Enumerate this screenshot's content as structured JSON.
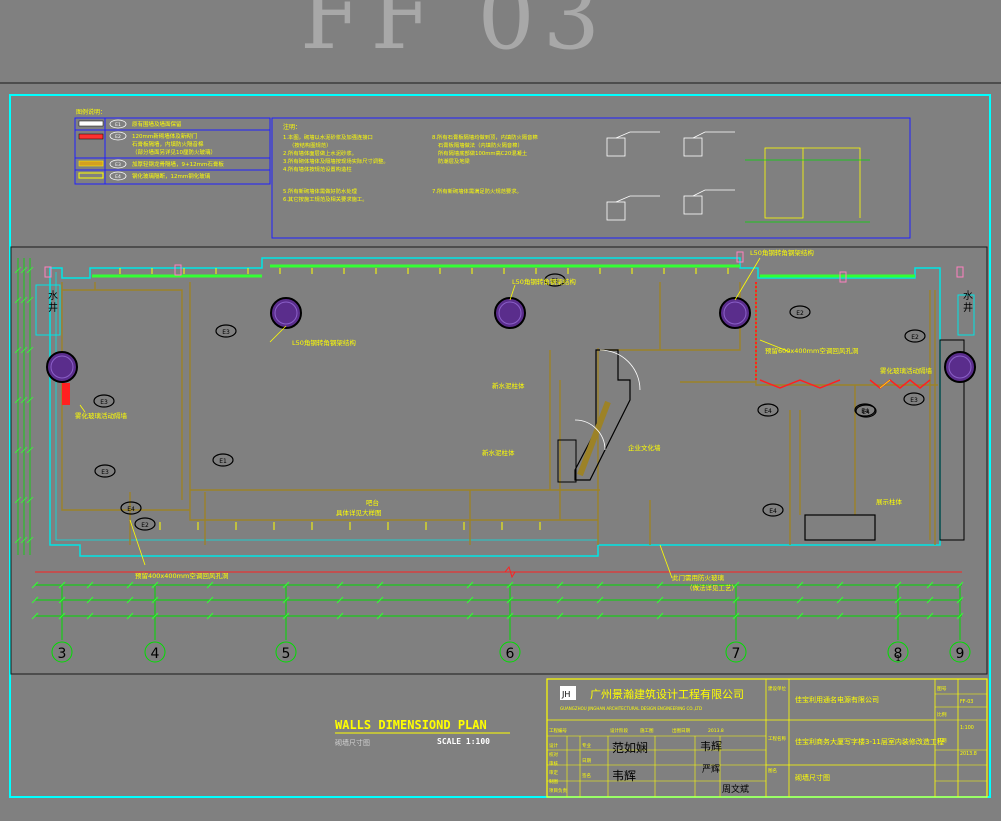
{
  "sheet": {
    "big_title": "FF 03",
    "plan_title": "WALLS DIMENSIOND PLAN",
    "plan_subtitle": "砌墙尺寸图",
    "scale": "SCALE 1:100"
  },
  "legend": {
    "heading": "图例说明：",
    "items": [
      {
        "mark": "",
        "text": "原有围墙及墙面保留"
      },
      {
        "mark": "",
        "text": "120mm新砌墙体及新砌门"
      },
      {
        "mark": "",
        "text": "石膏板隔墙，内填防火隔音棉"
      },
      {
        "mark": "",
        "text": "（部分墙面另详见10厘防火玻璃）"
      },
      {
        "mark": "",
        "text": "加厚轻钢龙骨隔墙，9+12mm石膏板"
      },
      {
        "mark": "",
        "text": "钢化玻璃隔断，12mm钢化玻璃"
      }
    ]
  },
  "notes": {
    "heading": "注明：",
    "left": [
      "1.本图，砌墙以水泥砂浆及加强连接口",
      "（按结构图规范）",
      "2.所有墙体面层做上水泥砂浆。",
      "3.所有砌体墙体及隔墙按现场实际尺寸调整。",
      "4.所有墙体按规范设置构造柱",
      "5.所有新砌墙体需做好防水处理",
      "6.其它按施工规范及相关要求施工。"
    ],
    "right": [
      "8.所有石膏板隔墙均做到顶，内填防火隔音棉",
      "石膏板隔墙做法（内填防火隔音棉）",
      "所有隔墙底部做100mm高C20混凝土",
      "防潮层及地梁",
      "7.所有新砌墙体需满足防火规范要求。"
    ]
  },
  "axis_labels": [
    "3",
    "4",
    "5",
    "6",
    "7",
    "8",
    "9"
  ],
  "axis_sub_label": "1",
  "room_labels": {
    "shaft_left": "水井",
    "shaft_right": "水井",
    "l50_top": "L50角钢转角钢架结构",
    "l50_center": "L50角钢转角钢架结构",
    "l50_left": "L50角钢转角钢架结构",
    "glass_left": "雾化玻璃活动隔墙",
    "glass_right": "雾化玻璃活动隔墙",
    "hole_right": "预留600x400mm空调回风孔洞",
    "hole_bottom": "预留400x400mm空调回风孔洞",
    "column_a": "新水泥柱体",
    "column_b": "新水泥柱体",
    "column_c": "展示柱体",
    "culture_wall": "企业文化墙",
    "bar": "吧台",
    "bar_detail": "具体详见大样图",
    "door_top": "此门需用防火玻璃",
    "door_sub": "（做法详见工艺）"
  },
  "wall_tags": [
    "E3",
    "E3",
    "E3",
    "E2",
    "E1",
    "E2",
    "E2",
    "E4",
    "E4",
    "E3",
    "E4",
    "E4",
    "E3",
    "E4"
  ],
  "title_block": {
    "company": "广州景瀚建筑设计工程有限公司",
    "company_en": "GUANGZHOU JINGHAN ARCHITECTURAL DESIGN ENGINEERING CO.,LTD",
    "client": "佳宝利用通名电源有限公司",
    "project": "佳宝利商务大厦写字楼3-11层室内装修改造工程",
    "drawing": "砌墙尺寸图",
    "row1": [
      "工程编号",
      "",
      "设计阶段",
      "施工图",
      "出图日期",
      "2013.8"
    ],
    "labels": [
      "设计",
      "校对",
      "审核",
      "审定",
      "制图",
      "项目负责"
    ],
    "right_col": [
      "图号",
      "FF-03",
      "比例",
      "1:100",
      "日期",
      "2013.8"
    ],
    "signatures": [
      "范如娴",
      "韦辉",
      "韦辉",
      "严辉",
      "周文斌"
    ]
  },
  "colors": {
    "background": "#808080",
    "frame": "#00ffff",
    "wall": "#9c8227",
    "wall_dark": "#6e5a18",
    "glass": "#00e5e5",
    "dim": "#00dd00",
    "dim_bright": "#33ff33",
    "text": "#ffff00",
    "red": "#ff2020",
    "blue": "#1a1aaa",
    "purple": "#5a2d8c",
    "black": "#000000",
    "white": "#ffffff"
  }
}
